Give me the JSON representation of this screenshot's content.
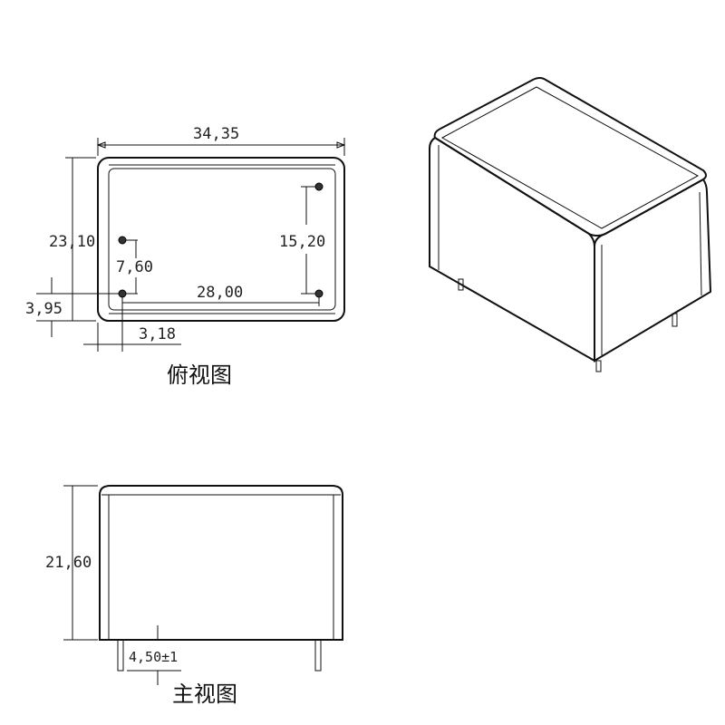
{
  "top_view": {
    "caption": "俯视图",
    "dimensions": {
      "overall_length": "34,35",
      "overall_width": "23,10",
      "pin_pitch_short": "7,60",
      "pin_pitch_long": "28,00",
      "pin_span_right": "15,20",
      "edge_offset_y": "3,95",
      "edge_offset_x": "3,18"
    }
  },
  "front_view": {
    "caption": "主视图",
    "dimensions": {
      "height": "21,60",
      "pin_length": "4,50±1"
    }
  }
}
